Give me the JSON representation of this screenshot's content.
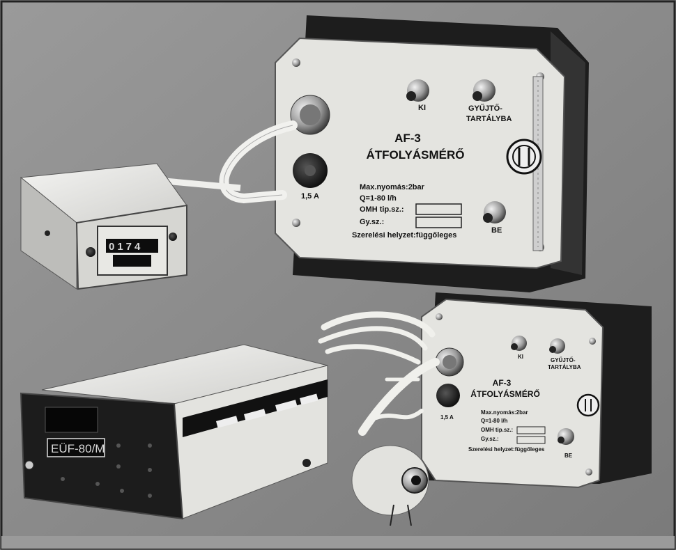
{
  "top_meter": {
    "model": "AF-3",
    "name": "ÁTFOLYÁSMÉRŐ",
    "port_out": "KI",
    "port_collect_line1": "GYŰJTŐ-",
    "port_collect_line2": "TARTÁLYBA",
    "port_in": "BE",
    "fuse": "1,5 A",
    "spec_pressure": "Max.nyomás:2bar",
    "spec_flow": "Q=1-80 l/h",
    "spec_omh": "OMH tip.sz.:",
    "spec_serial": "Gy.sz.:",
    "spec_mount": "Szerelési helyzet:függőleges"
  },
  "counter": {
    "reading": "0174"
  },
  "bottom_meter": {
    "model": "AF-3",
    "name": "ÁTFOLYÁSMÉRŐ",
    "port_out": "KI",
    "port_collect_line1": "GYŰJTŐ-",
    "port_collect_line2": "TARTÁLYBA",
    "port_in": "BE",
    "fuse": "1,5 A",
    "spec_pressure": "Max.nyomás:2bar",
    "spec_flow": "Q=1-80 l/h",
    "spec_omh": "OMH tip.sz.:",
    "spec_serial": "Gy.sz.:",
    "spec_mount": "Szerelési helyzet:függőleges"
  },
  "electronic_unit": {
    "model": "EÜF-80/M"
  },
  "colors": {
    "background": "#8c8c8c",
    "panel": "#e6e6e2",
    "dark_panel": "#1c1c1c"
  }
}
